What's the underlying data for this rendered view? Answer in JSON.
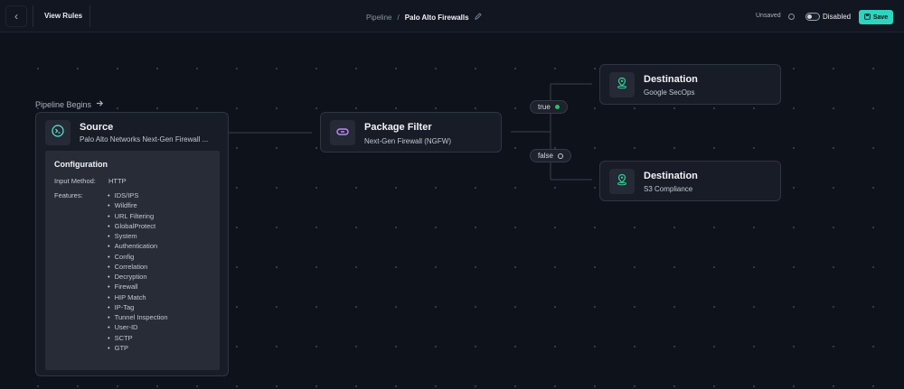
{
  "header": {
    "back_icon": "chevron-left-icon",
    "view_rules_label": "View Rules",
    "breadcrumb_parent": "Pipeline",
    "breadcrumb_separator": "/",
    "breadcrumb_current": "Palo Alto Firewalls",
    "status_text": "Unsaved",
    "toggle_label": "Disabled",
    "toggle_state": false,
    "save_label": "Save",
    "accent_color": "#2dd4bf"
  },
  "canvas": {
    "pipeline_begins_label": "Pipeline Begins",
    "source_node": {
      "title": "Source",
      "subtitle": "Palo Alto Networks Next-Gen Firewall ...",
      "icon": "terminal-icon",
      "config": {
        "title": "Configuration",
        "input_method_label": "Input Method:",
        "input_method_value": "HTTP",
        "features_label": "Features:",
        "features": [
          "IDS/IPS",
          "Wildfire",
          "URL Filtering",
          "GlobalProtect",
          "System",
          "Authentication",
          "Config",
          "Correlation",
          "Decryption",
          "Firewall",
          "HIP Match",
          "IP-Tag",
          "Tunnel Inspection",
          "User-ID",
          "SCTP",
          "GTP"
        ]
      }
    },
    "filter_node": {
      "title": "Package Filter",
      "subtitle": "Next-Gen Firewall (NGFW)",
      "icon": "link-icon",
      "icon_color": "#c084fc"
    },
    "branches": {
      "true_label": "true",
      "false_label": "false",
      "true_color": "#22c55e"
    },
    "destinations": [
      {
        "title": "Destination",
        "subtitle": "Google SecOps",
        "icon": "map-pin-icon"
      },
      {
        "title": "Destination",
        "subtitle": "S3 Compliance",
        "icon": "map-pin-icon"
      }
    ],
    "destination_icon_color": "#34d399"
  }
}
